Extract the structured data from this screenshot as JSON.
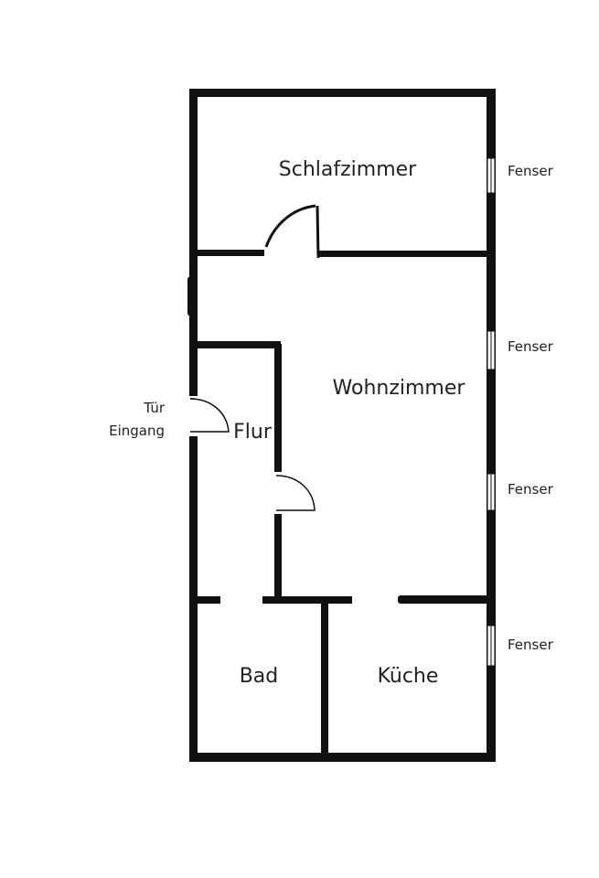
{
  "rooms": {
    "schlafzimmer": "Schlafzimmer",
    "wohnzimmer": "Wohnzimmer",
    "flur": "Flur",
    "bad": "Bad",
    "kueche": "Küche"
  },
  "entrance": {
    "line1": "Tür",
    "line2": "Eingang"
  },
  "windows": [
    "Fenser",
    "Fenser",
    "Fenser",
    "Fenser"
  ],
  "colors": {
    "wall": "#111111",
    "background": "#ffffff"
  }
}
